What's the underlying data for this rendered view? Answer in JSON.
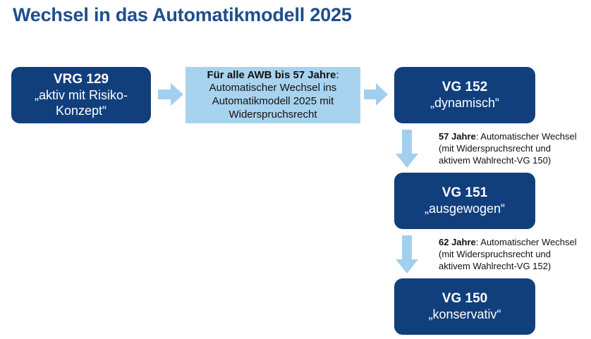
{
  "title": "Wechsel in das Automatikmodell 2025",
  "colors": {
    "title": "#1f4e8c",
    "box_dark": "#113f7c",
    "box_light": "#a8d3ef",
    "arrow": "#a3cfee"
  },
  "boxes": {
    "vrg129": {
      "head": "VRG 129",
      "line1": "„aktiv mit Risiko-",
      "line2": "Konzept“"
    },
    "info": {
      "bold": "Für alle AWB bis 57 Jahre",
      "after_bold": ":",
      "line2": "Automatischer Wechsel ins",
      "line3": "Automatikmodell 2025 mit",
      "line4": "Widerspruchsrecht"
    },
    "vg152": {
      "head": "VG 152",
      "sub": "„dynamisch“"
    },
    "vg151": {
      "head": "VG 151",
      "sub": "„ausgewogen“"
    },
    "vg150": {
      "head": "VG 150",
      "sub": "„konservativ“"
    }
  },
  "notes": {
    "n57": {
      "bold": "57 Jahre",
      "rest": ": Automatischer Wechsel",
      "line2": "(mit Widerspruchsrecht und",
      "line3": "aktivem Wahlrecht-VG 150)"
    },
    "n62": {
      "bold": "62 Jahre",
      "rest": ": Automatischer Wechsel",
      "line2": "(mit Widerspruchsrecht und",
      "line3": "aktivem Wahlrecht-VG 152)"
    }
  }
}
